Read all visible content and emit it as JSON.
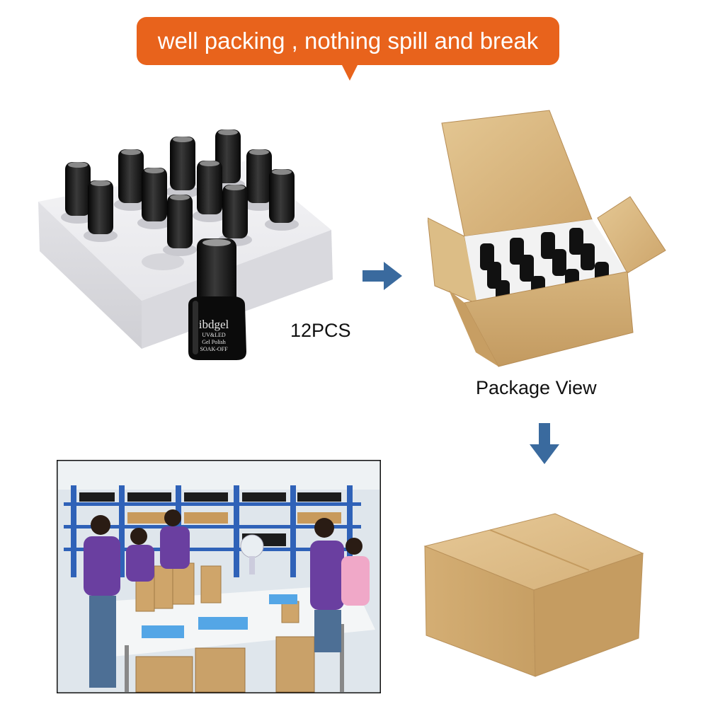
{
  "banner": {
    "text": "well packing , nothing spill and break"
  },
  "tray": {
    "quantity_label": "12PCS"
  },
  "bottle": {
    "brand": "ibdgel",
    "line1": "UV&LED",
    "line2": "Gel Polish",
    "line3": "SOAK-OFF"
  },
  "package": {
    "caption": "Package View"
  },
  "colors": {
    "banner": "#e8631c",
    "arrow": "#3a6a9e",
    "cardboard": "#cfab74",
    "foam": "#ececee",
    "staff_shirt": "#6a3fa0"
  },
  "icons": [
    "arrow-right-icon",
    "arrow-down-icon"
  ]
}
